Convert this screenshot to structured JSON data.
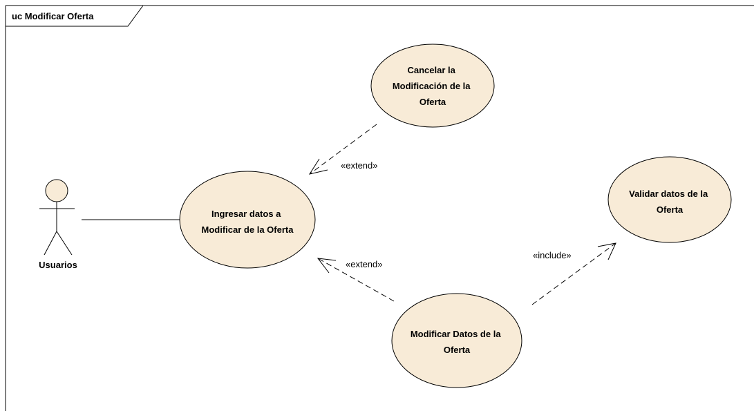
{
  "frame": {
    "title": "uc Modificar Oferta"
  },
  "actor": {
    "name": "Usuarios"
  },
  "use_cases": {
    "cancelar": {
      "lines": [
        "Cancelar la",
        "Modificación de la",
        "Oferta"
      ]
    },
    "ingresar": {
      "lines": [
        "Ingresar datos a",
        "Modificar de la Oferta"
      ]
    },
    "validar": {
      "lines": [
        "Validar datos de la",
        "Oferta"
      ]
    },
    "modificar": {
      "lines": [
        "Modificar Datos de la",
        "Oferta"
      ]
    }
  },
  "relations": {
    "extend_top": "«extend»",
    "extend_bottom": "«extend»",
    "include": "«include»"
  },
  "colors": {
    "use_case_fill": "#f8ebd7",
    "line": "#000000",
    "background": "#ffffff"
  }
}
